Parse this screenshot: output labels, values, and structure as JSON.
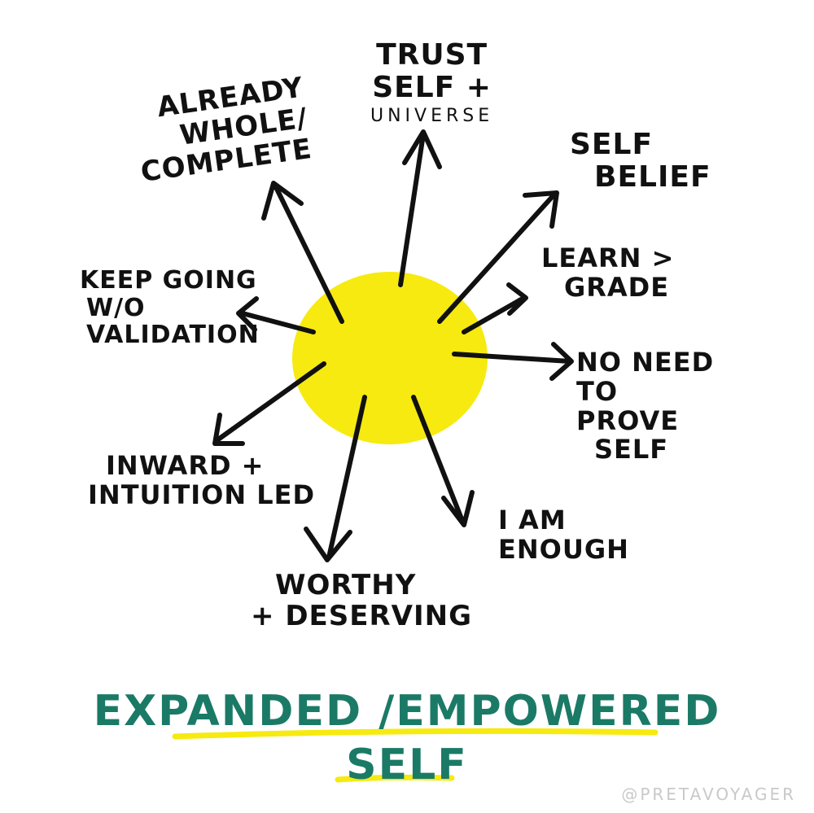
{
  "diagram": {
    "center_color": "#f6ea10",
    "arrow_color": "#111111",
    "labels": {
      "trust": [
        "TRUST",
        "SELF +",
        "UNIVERSE"
      ],
      "whole": [
        "ALREADY",
        "WHOLE/",
        "COMPLETE"
      ],
      "belief": [
        "SELF",
        "BELIEF"
      ],
      "learn": [
        "LEARN >",
        "GRADE"
      ],
      "keep": [
        "KEEP GOING",
        "W/O",
        "VALIDATION"
      ],
      "need": [
        "NO NEED",
        "TO",
        "PROVE",
        "SELF"
      ],
      "inward": [
        "INWARD +",
        "INTUITION LED"
      ],
      "enough": [
        "I AM",
        "ENOUGH"
      ],
      "worthy": [
        "WORTHY",
        "+ DESERVING"
      ]
    }
  },
  "title": {
    "line1": "EXPANDED /EMPOWERED",
    "line2": "SELF",
    "color": "#1a7a66",
    "underline_color": "#f6ea10"
  },
  "credit": "@PRETAVOYAGER"
}
